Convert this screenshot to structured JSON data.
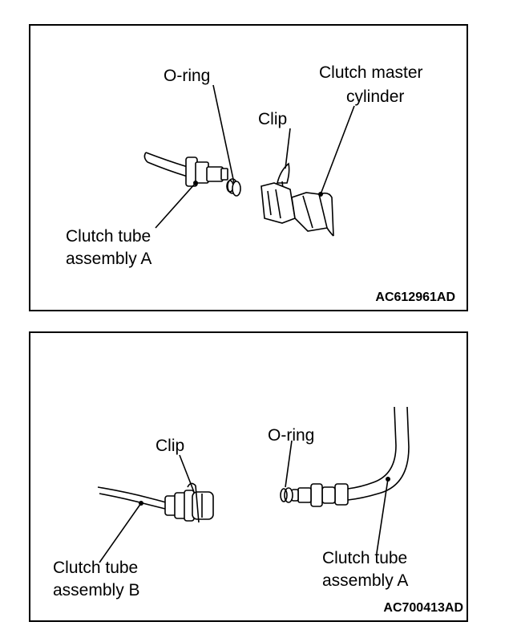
{
  "panels": [
    {
      "labels": {
        "o_ring": "O-ring",
        "clutch_master_cylinder_line1": "Clutch master",
        "clutch_master_cylinder_line2": "cylinder",
        "clip": "Clip",
        "clutch_tube_a_line1": "Clutch tube",
        "clutch_tube_a_line2": "assembly A"
      },
      "figure_code": "AC612961AD"
    },
    {
      "labels": {
        "clip": "Clip",
        "o_ring": "O-ring",
        "clutch_tube_b_line1": "Clutch tube",
        "clutch_tube_b_line2": "assembly B",
        "clutch_tube_a_line1": "Clutch tube",
        "clutch_tube_a_line2": "assembly A"
      },
      "figure_code": "AC700413AD"
    }
  ]
}
